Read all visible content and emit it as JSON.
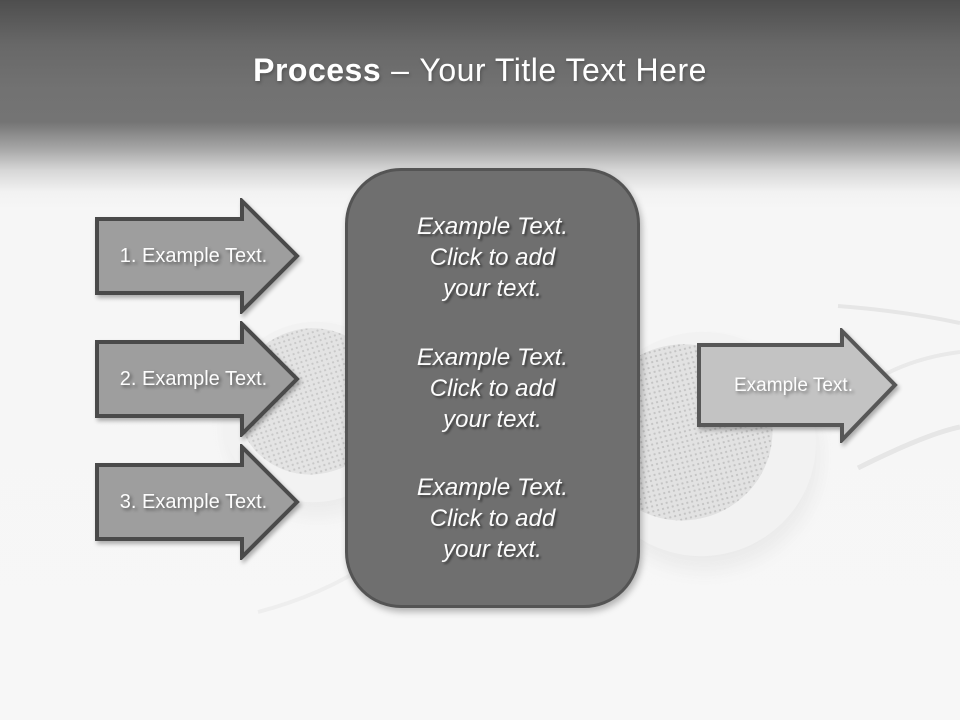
{
  "slide": {
    "title": {
      "bold": "Process",
      "dash": "–",
      "rest": "Your Title Text Here"
    }
  },
  "steps": [
    {
      "label": "1. Example Text."
    },
    {
      "label": "2. Example Text."
    },
    {
      "label": "3. Example Text."
    }
  ],
  "center_panel": {
    "blocks": [
      {
        "lines": [
          "Example Text.",
          "Click  to add",
          "your text."
        ]
      },
      {
        "lines": [
          "Example Text.",
          "Click  to add",
          "your text."
        ]
      },
      {
        "lines": [
          "Example Text.",
          "Click  to add",
          "your text."
        ]
      }
    ]
  },
  "output_arrow": {
    "label": "Example Text."
  },
  "colors": {
    "header_top": "#4e4e4e",
    "header_gray": "#747474",
    "body_background": "#f7f7f7",
    "panel_fill": "#6f6f6f",
    "panel_border": "#545454",
    "step_arrow_fill": "#9e9e9e",
    "step_arrow_border": "#4a4a4a",
    "output_arrow_fill": "#c3c3c3",
    "output_arrow_border": "#575757",
    "text_color": "#ffffff"
  }
}
